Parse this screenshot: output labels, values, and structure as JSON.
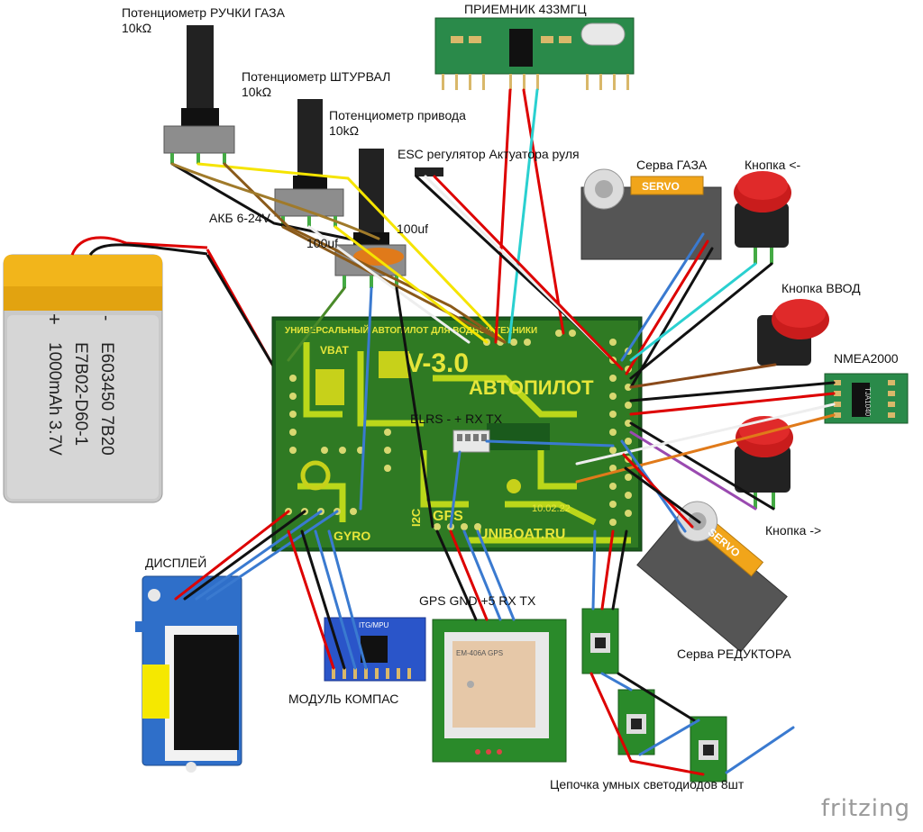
{
  "diagram": {
    "labels": {
      "pot_throttle": "Потенциометр РУЧКИ ГАЗА",
      "pot_throttle_val": "10kΩ",
      "pot_helm": "Потенциометр ШТУРВАЛ",
      "pot_helm_val": "10kΩ",
      "pot_drive": "Потенциометр привода",
      "pot_drive_val": "10kΩ",
      "receiver": "ПРИЕМНИК 433МГЦ",
      "esc": "ESC регулятор Актуатора руля",
      "servo_gas": "Серва ГАЗА",
      "btn_left": "Кнопка <-",
      "btn_enter": "Кнопка ВВОД",
      "nmea": "NMEA2000",
      "btn_right": "Кнопка ->",
      "servo_gear": "Серва РЕДУКТОРА",
      "battery_label": "АКБ 6-24V",
      "cap1": "100uf",
      "cap2": "100uf",
      "display": "ДИСПЛЕЙ",
      "compass": "МОДУЛЬ КОМПАС",
      "gps": "GPS GND +5 RX TX",
      "elrs": "ELRS - + RX TX",
      "leds": "Цепочка умных светодиодов 8шт",
      "fritzing": "fritzing"
    },
    "battery_text": [
      "E603450 7B20",
      "E7B02-D60-1",
      "1000mAh 3.7V"
    ],
    "battery_minus": "-",
    "battery_plus": "+",
    "pcb": {
      "title": "УНИВЕРСАЛЬНЫЙ АВТОПИЛОТ ДЛЯ ВОДНОЙ ТЕХНИКИ",
      "version": "V-3.0",
      "name": "АВТОПИЛОТ",
      "site": "UNIBOAT.RU",
      "date": "10.02.22",
      "gyro": "GYRO",
      "gps": "GPS",
      "i2c": "I2C",
      "vbat": "VBAT"
    },
    "servo_text": "SERVO",
    "gps_module_text": "EM-406A GPS",
    "compass_module_text": "ITG/MPU",
    "nmea_chip_text": "TJA1040"
  }
}
